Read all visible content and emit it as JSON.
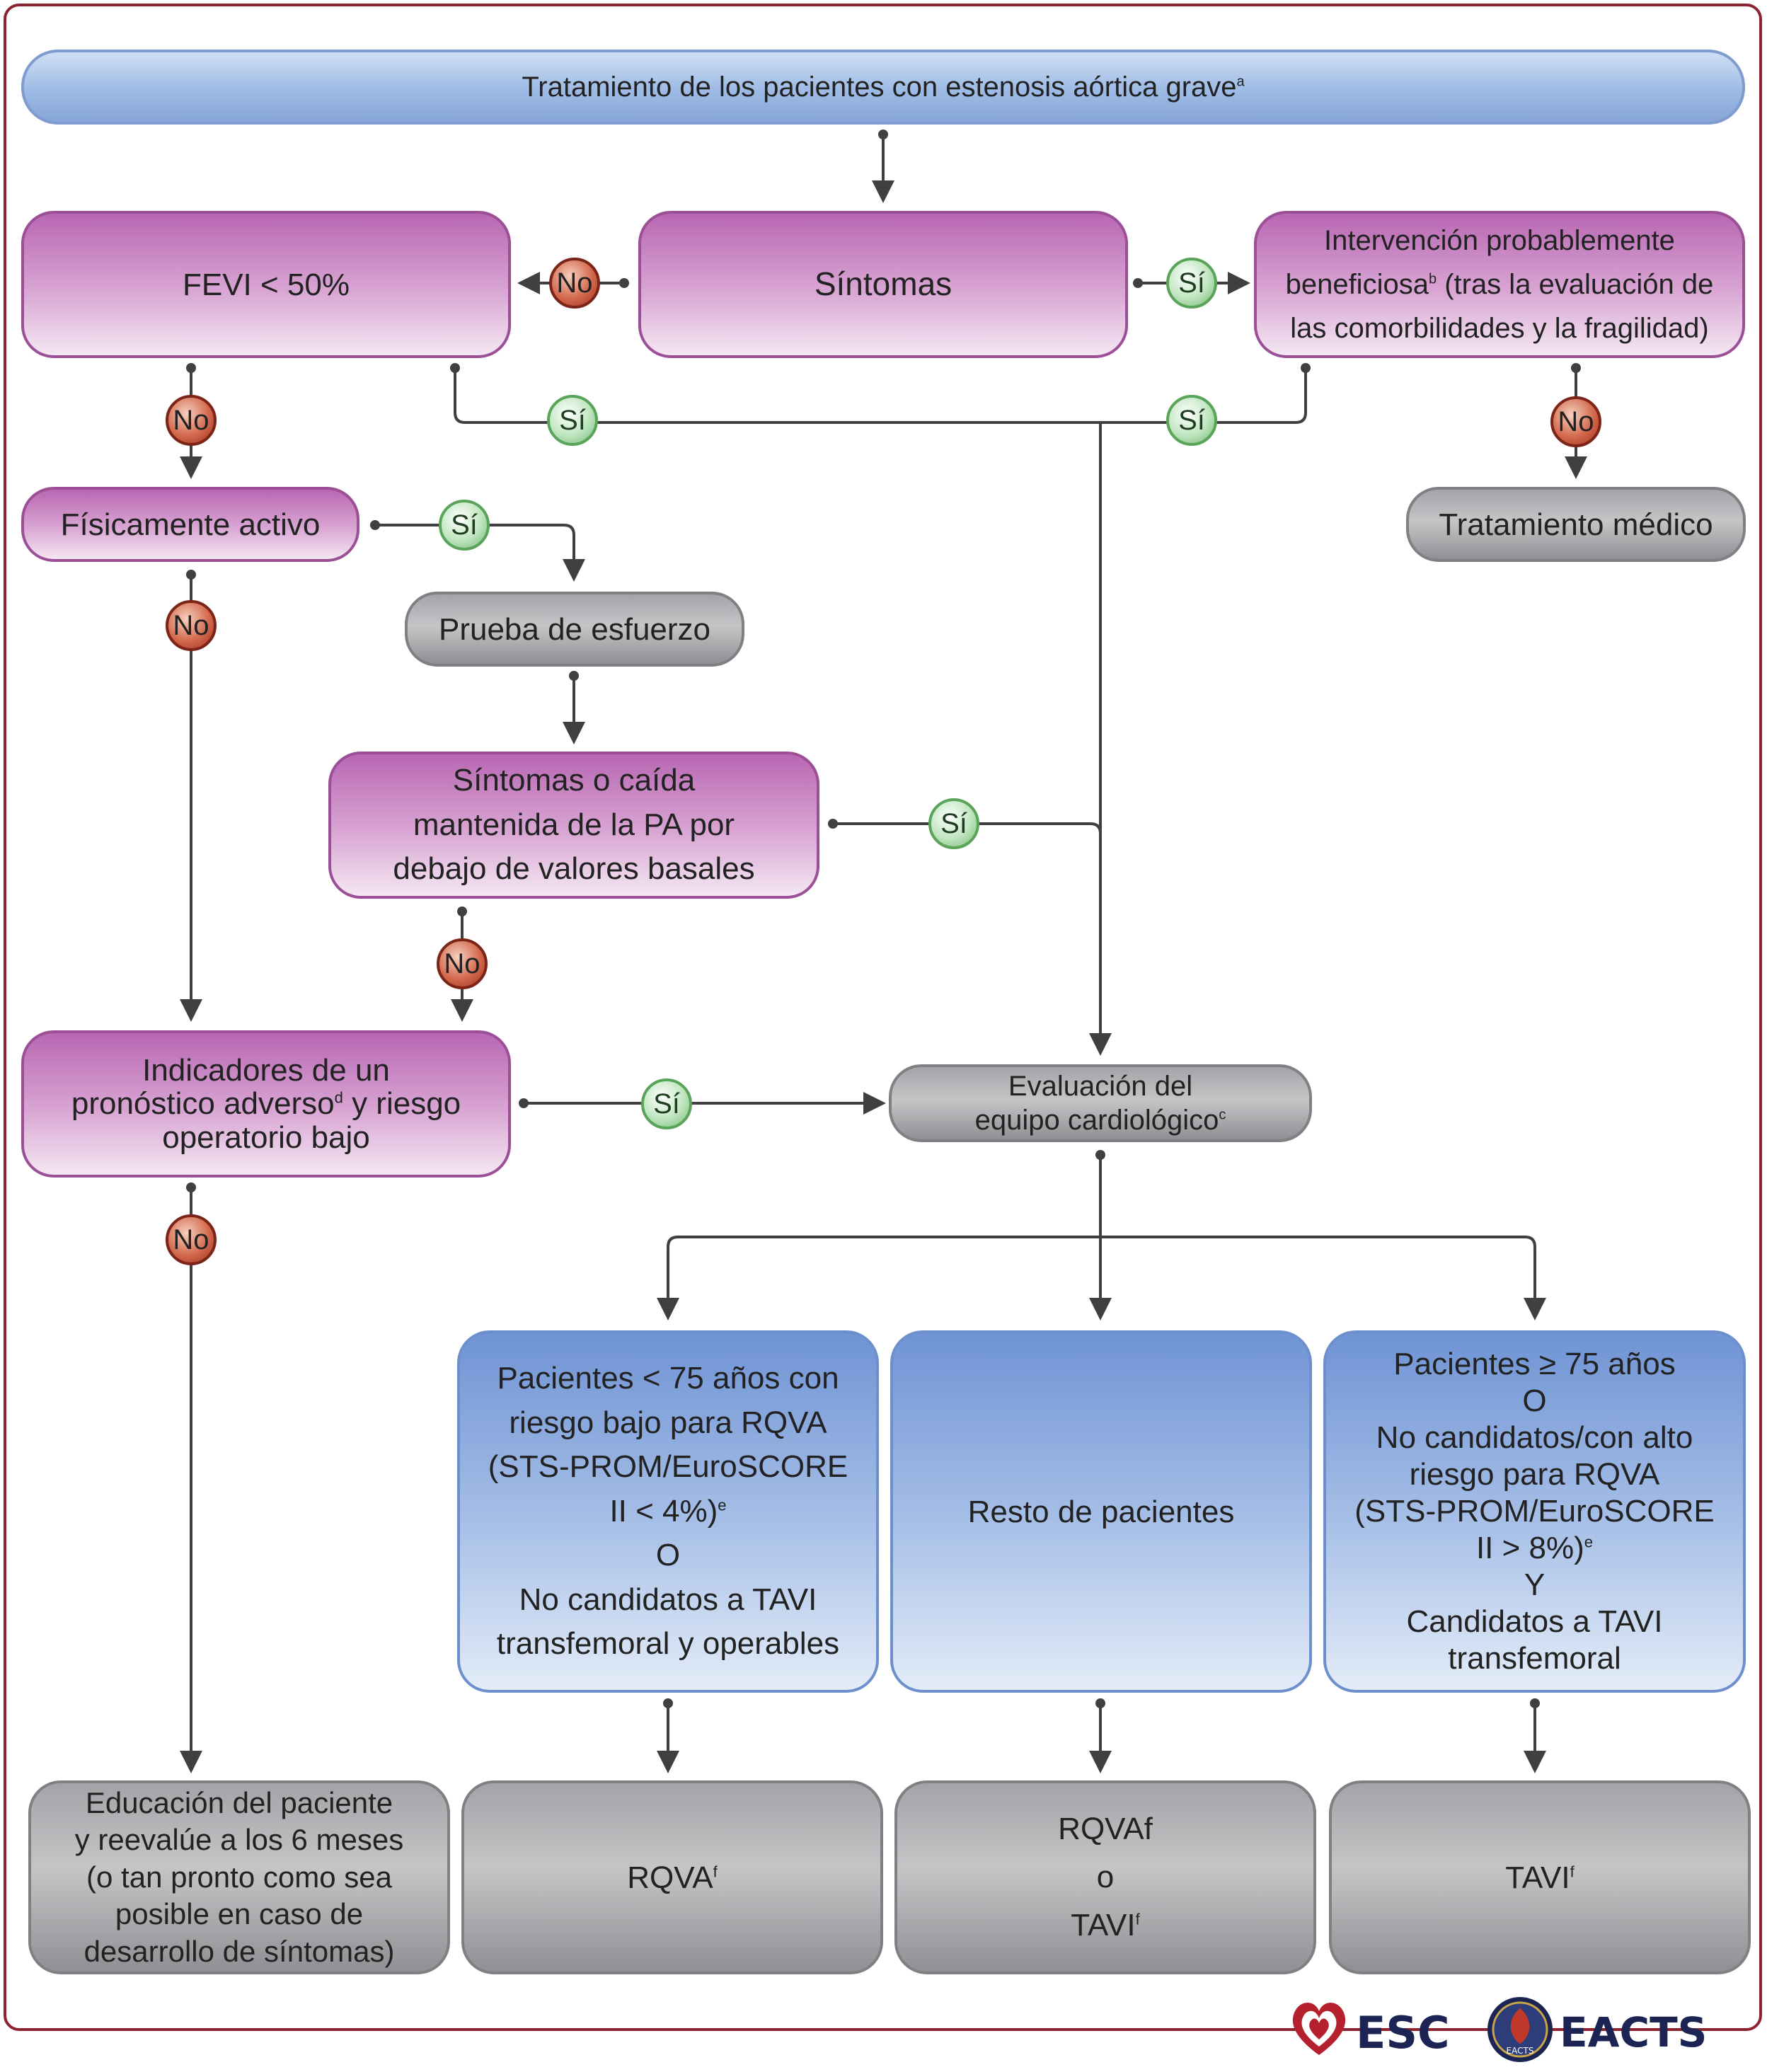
{
  "title": {
    "text": "Tratamiento de los pacientes con estenosis aórtica grave",
    "sup": "a"
  },
  "nodes": {
    "sintomas": "Síntomas",
    "fevi": "FEVI < 50%",
    "intervencion": {
      "line1": "Intervención probablemente",
      "line2a": "beneficiosa",
      "sup": "b",
      "line2b": " (tras la evaluación de",
      "line3": "las comorbilidades y la fragilidad)"
    },
    "fisicamente_activo": "Físicamente activo",
    "tratamiento_medico": "Tratamiento médico",
    "prueba_esfuerzo": "Prueba de esfuerzo",
    "caida_pa": {
      "line1": "Síntomas o caída",
      "line2": "mantenida de la PA por",
      "line3": "debajo de valores basales"
    },
    "indicadores": {
      "line1": "Indicadores de un",
      "line2a": "pronóstico adverso",
      "sup": "d",
      "line2b": " y riesgo",
      "line3": "operatorio bajo"
    },
    "evaluacion": {
      "line1": "Evaluación del",
      "line2": "equipo cardiológico",
      "sup": "c"
    },
    "pacientes_menor75": {
      "line1": "Pacientes < 75 años con",
      "line2": "riesgo bajo para RQVA",
      "line3": "(STS-PROM/EuroSCORE",
      "line4": "II < 4%)",
      "sup": "e",
      "line5": "O",
      "line6": "No candidatos a TAVI",
      "line7": "transfemoral y operables"
    },
    "resto": "Resto de pacientes",
    "pacientes_mayor75": {
      "line1": "Pacientes ≥ 75 años",
      "line2": "O",
      "line3": "No candidatos/con alto",
      "line4": "riesgo para RQVA",
      "line5": "(STS-PROM/EuroSCORE",
      "line6": "II > 8%)",
      "sup": "e",
      "line7": "Y",
      "line8": "Candidatos a TAVI",
      "line9": "transfemoral"
    },
    "educacion": {
      "line1": "Educación del paciente",
      "line2": "y reevalúe a los 6 meses",
      "line3": "(o tan pronto como sea",
      "line4": "posible en caso de",
      "line5": "desarrollo de síntomas)"
    },
    "rqva": {
      "text": "RQVA",
      "sup": "f"
    },
    "rqva_o_tavi": {
      "line1": "RQVAf",
      "line2": "o",
      "line3": "TAVI",
      "sup": "f"
    },
    "tavi": {
      "text": "TAVI",
      "sup": "f"
    }
  },
  "badges": {
    "no": "No",
    "si": "Sí"
  },
  "logos": {
    "esc": "ESC",
    "eacts": "EACTS",
    "eacts_seal": "EACTS"
  },
  "colors": {
    "frame": "#8c2330",
    "no_badge": "#c0493a",
    "si_badge": "#9fd39f",
    "purple": "#b867b2",
    "gray": "#a3a4a7",
    "blue": "#6f93d4"
  }
}
